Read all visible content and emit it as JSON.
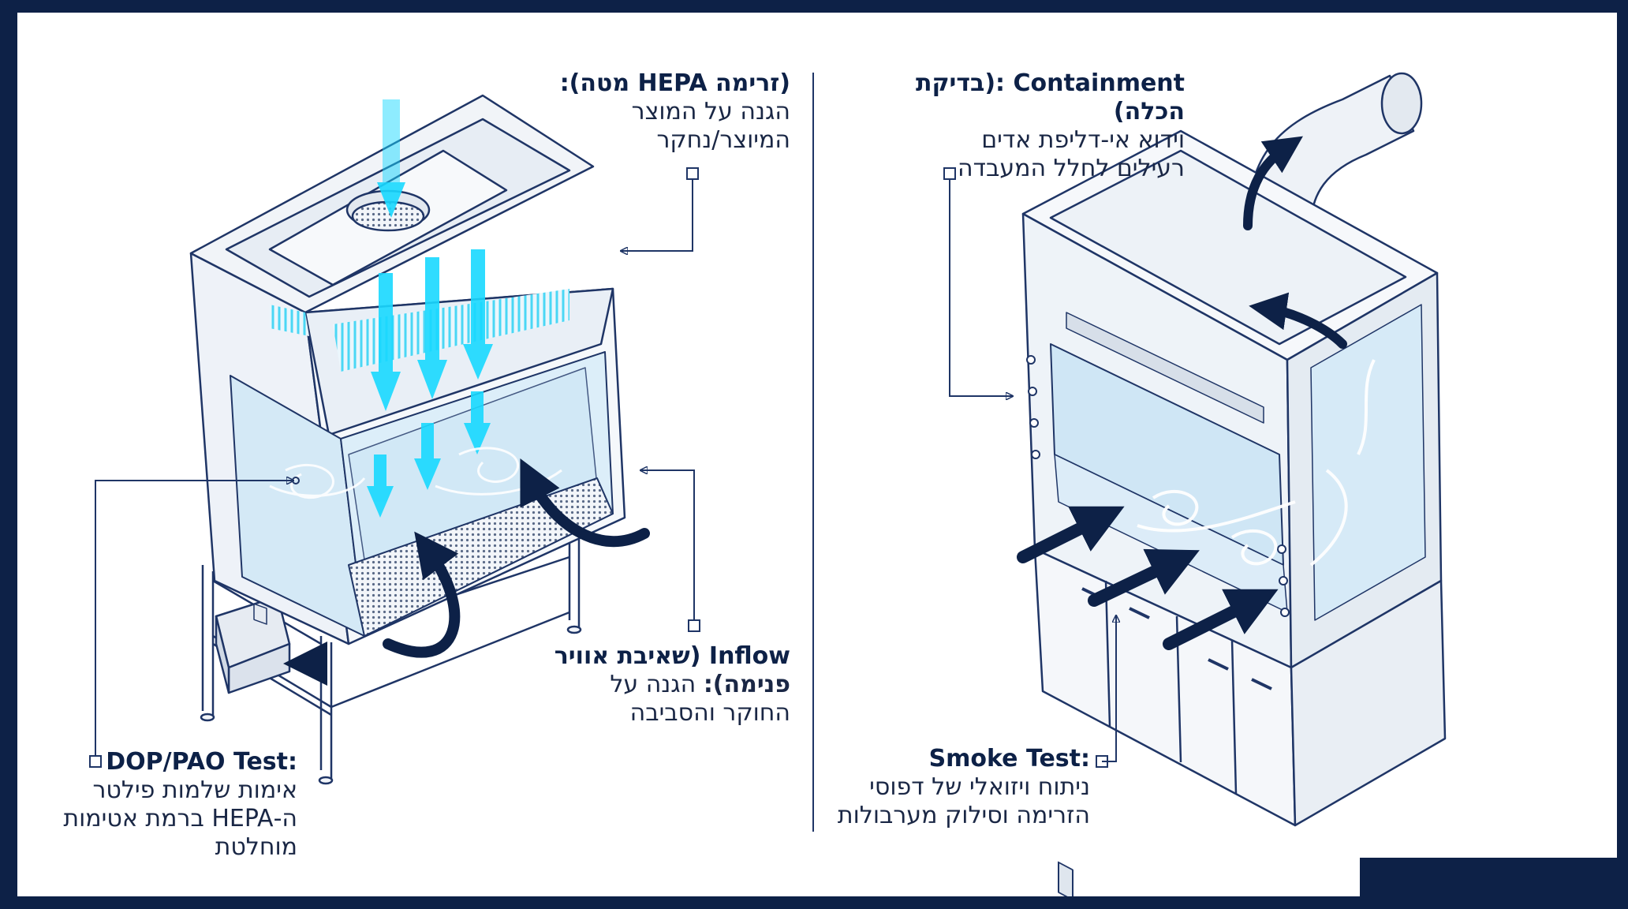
{
  "colors": {
    "frame": "#0d2147",
    "line": "#1f3566",
    "cyan": "#19d9ff",
    "navy_arrow": "#0d2147",
    "glass": "#d8ecf8"
  },
  "labels": {
    "hepa": {
      "head": "(זרימה HEPA מטה):",
      "lines": [
        "הגנה על המוצר",
        "המיוצר/נחקר"
      ]
    },
    "inflow": {
      "head": "Inflow (שאיבת אוויר",
      "head2": "פנימה):",
      "tail": " הגנה על",
      "lines": [
        "החוקר והסביבה"
      ]
    },
    "dop": {
      "head": "DOP/PAO Test:",
      "lines": [
        "אימות שלמות פילטר",
        "ה-HEPA ברמת אטימות",
        "מוחלטת"
      ]
    },
    "containment": {
      "head": "Containment :(בדיקת הכלה)",
      "lines": [
        "וידוא אי-דליפת אדים",
        "רעילים לחלל המעבדה"
      ]
    },
    "smoke": {
      "head": ":Smoke Test",
      "lines": [
        "ניתוח ויזואלי של דפוסי",
        "הזרימה וסילוק מערבולות"
      ]
    }
  }
}
